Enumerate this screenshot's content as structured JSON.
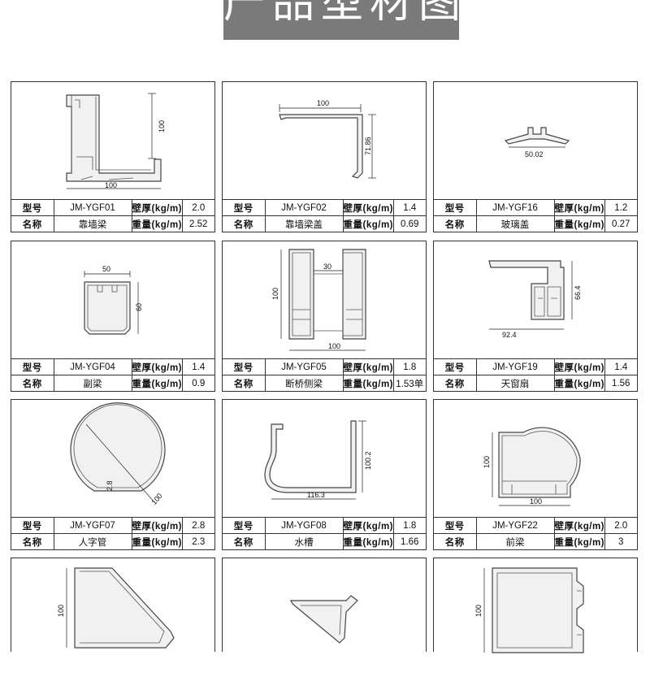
{
  "banner": {
    "title": "产品型材图"
  },
  "labels": {
    "model": "型号",
    "name": "名称",
    "wall": "壁厚(kg/m)",
    "weight": "重量(kg/m)"
  },
  "products": [
    {
      "model": "JM-YGF01",
      "name": "靠墙梁",
      "wall": "2.0",
      "weight": "2.52",
      "dims": [
        "100",
        "100"
      ]
    },
    {
      "model": "JM-YGF02",
      "name": "靠墙梁盖",
      "wall": "1.4",
      "weight": "0.69",
      "dims": [
        "100",
        "71.86"
      ]
    },
    {
      "model": "JM-YGF16",
      "name": "玻璃盖",
      "wall": "1.2",
      "weight": "0.27",
      "dims": [
        "50.02"
      ]
    },
    {
      "model": "JM-YGF04",
      "name": "副梁",
      "wall": "1.4",
      "weight": "0.9",
      "dims": [
        "50",
        "60"
      ]
    },
    {
      "model": "JM-YGF05",
      "name": "断桥侧梁",
      "wall": "1.8",
      "weight": "1.53单",
      "dims": [
        "30",
        "100",
        "100"
      ]
    },
    {
      "model": "JM-YGF19",
      "name": "天窗扇",
      "wall": "1.4",
      "weight": "1.56",
      "dims": [
        "66.4",
        "92.4"
      ]
    },
    {
      "model": "JM-YGF07",
      "name": "人字管",
      "wall": "2.8",
      "weight": "2.3",
      "dims": [
        "2.8",
        "100"
      ]
    },
    {
      "model": "JM-YGF08",
      "name": "水槽",
      "wall": "1.8",
      "weight": "1.66",
      "dims": [
        "100.2",
        "116.3"
      ]
    },
    {
      "model": "JM-YGF22",
      "name": "前梁",
      "wall": "2.0",
      "weight": "3",
      "dims": [
        "100",
        "100"
      ]
    }
  ],
  "partial_cards": [
    {
      "dims": [
        "100"
      ]
    },
    {
      "dims": []
    },
    {
      "dims": [
        "100"
      ]
    }
  ]
}
